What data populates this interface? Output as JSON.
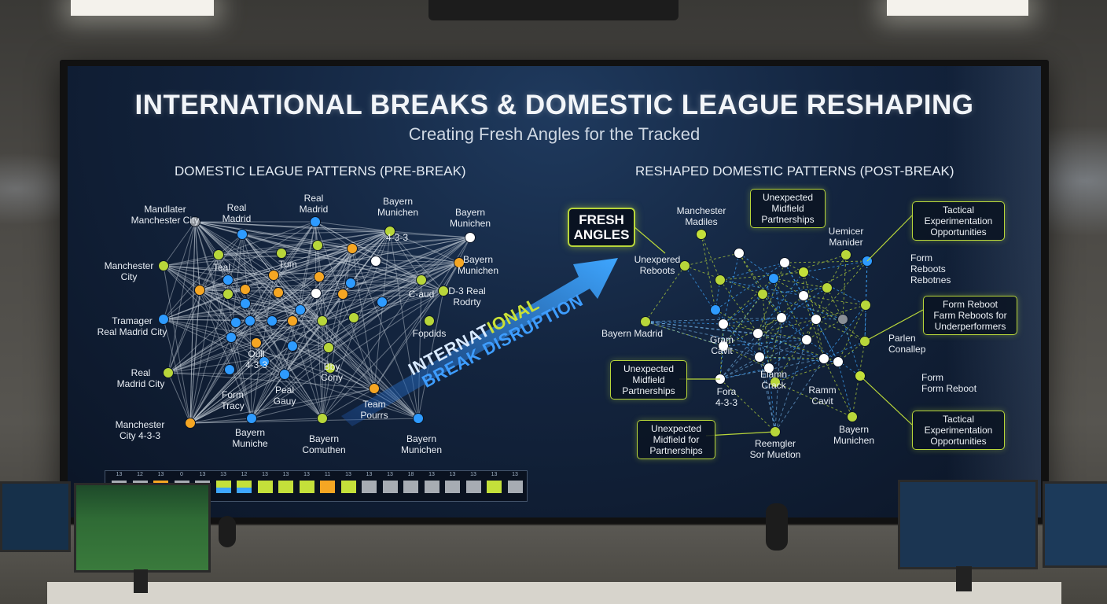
{
  "title": "INTERNATIONAL BREAKS & DOMESTIC LEAGUE RESHAPING",
  "subtitle": "Creating Fresh Angles for the Tracked",
  "left_section": "DOMESTIC LEAGUE PATTERNS (PRE-BREAK)",
  "right_section": "RESHAPED DOMESTIC PATTERNS (POST-BREAK)",
  "fresh_angles": [
    "FRESH",
    "ANGLES"
  ],
  "disruption": {
    "line1a": "INTERNAT",
    "line1b": "IONAL",
    "line2": "BREAK DISRUPTION"
  },
  "left_labels": [
    {
      "lines": [
        "Mandlater",
        "Manchester City"
      ]
    },
    {
      "lines": [
        "Real",
        "Madrid"
      ]
    },
    {
      "lines": [
        "Real",
        "Madrid"
      ]
    },
    {
      "lines": [
        "Bayern",
        "Munichen"
      ]
    },
    {
      "lines": [
        "Bayern",
        "Munichen"
      ]
    },
    {
      "lines": [
        "Manchester",
        "City"
      ]
    },
    {
      "lines": [
        "Teal"
      ]
    },
    {
      "lines": [
        "Tum"
      ]
    },
    {
      "lines": [
        "4-3-3"
      ]
    },
    {
      "lines": [
        "Bayern",
        "Munichen"
      ]
    },
    {
      "lines": [
        "C-aud"
      ]
    },
    {
      "lines": [
        "D-3 Real",
        "Rodrty"
      ]
    },
    {
      "lines": [
        "Tramager",
        "Real Madrid City"
      ]
    },
    {
      "lines": [
        "Fopdids"
      ]
    },
    {
      "lines": [
        "Oull",
        "4-3-3"
      ]
    },
    {
      "lines": [
        "Real",
        "Madrid City"
      ]
    },
    {
      "lines": [
        "Bby",
        "Cony"
      ]
    },
    {
      "lines": [
        "Form",
        "Tracy"
      ]
    },
    {
      "lines": [
        "Peal",
        "Gauy"
      ]
    },
    {
      "lines": [
        "Team",
        "Pourrs"
      ]
    },
    {
      "lines": [
        "Manchester",
        "City  4-3-3"
      ]
    },
    {
      "lines": [
        "Bayern",
        "Muniche"
      ]
    },
    {
      "lines": [
        "Bayern",
        "Comuthen"
      ]
    },
    {
      "lines": [
        "Bayern",
        "Munichen"
      ]
    }
  ],
  "right_labels": [
    {
      "lines": [
        "Manchester",
        "Madiles"
      ]
    },
    {
      "lines": [
        "Uemicer",
        "Manider"
      ]
    },
    {
      "lines": [
        "Unexpered",
        "Reboots"
      ]
    },
    {
      "lines": [
        "Form",
        "Reboots",
        "Rebotnes"
      ]
    },
    {
      "lines": [
        "Bayern Madrid"
      ]
    },
    {
      "lines": [
        "Gram",
        "Cavit"
      ]
    },
    {
      "lines": [
        "Parlen",
        "Conallep"
      ]
    },
    {
      "lines": [
        "Elamn",
        "Crack"
      ]
    },
    {
      "lines": [
        "Fora",
        "4-3-3"
      ]
    },
    {
      "lines": [
        "Ramm",
        "Cavit"
      ]
    },
    {
      "lines": [
        "Form",
        "Form Reboot"
      ]
    },
    {
      "lines": [
        "Bayern",
        "Munichen"
      ]
    },
    {
      "lines": [
        "Reemgler",
        "Sor Muetion"
      ]
    }
  ],
  "right_boxes": [
    {
      "lines": [
        "Unexpected",
        "Midfield",
        "Partnerships"
      ]
    },
    {
      "lines": [
        "Tactical",
        "Experimentation",
        "Opportunities"
      ]
    },
    {
      "lines": [
        "Form Reboot",
        "Farm Reboots for",
        "Underperformers"
      ]
    },
    {
      "lines": [
        "Unexpected",
        "Midfield",
        "Partnerships"
      ]
    },
    {
      "lines": [
        "Unexpected",
        "Midfield for",
        "Partnerships"
      ]
    },
    {
      "lines": [
        "Tactical",
        "Experimentation",
        "Opportunities"
      ]
    }
  ],
  "colors": {
    "lime": "#b8d63a",
    "blue": "#2e9bff",
    "orange": "#f5a623",
    "white": "#ffffff",
    "gray": "#8a8f96",
    "green_node": "#c4e03a"
  },
  "timeline_cells": [
    "gray",
    "gray",
    "orange",
    "gray",
    "gray",
    "lime",
    "lime",
    "lime",
    "lime",
    "lime",
    "orange",
    "lime",
    "gray",
    "gray",
    "gray",
    "gray",
    "gray",
    "gray",
    "lime",
    "gray"
  ],
  "timeline_nums": [
    "13",
    "12",
    "13",
    "0",
    "13",
    "13",
    "12",
    "13",
    "13",
    "13",
    "11",
    "13",
    "13",
    "13",
    "18",
    "13",
    "13",
    "13",
    "13",
    "13"
  ]
}
